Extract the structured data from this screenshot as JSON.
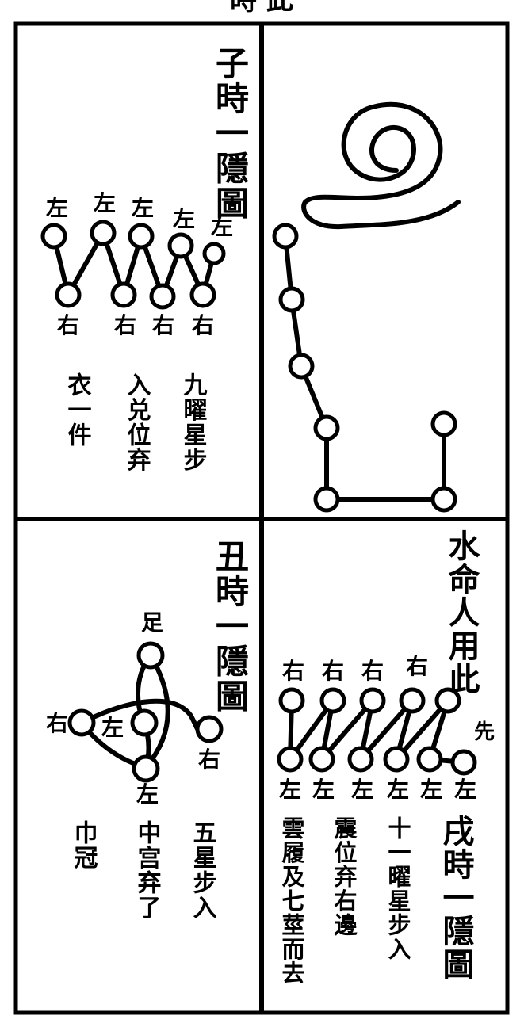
{
  "top_partial_text": "時   此",
  "panel_zi": {
    "title": "子時一隱圖",
    "labels_top": [
      "左",
      "左",
      "左",
      "左",
      "左"
    ],
    "labels_bottom": [
      "右",
      "右",
      "右",
      "右"
    ],
    "notes": [
      "九曜星步",
      "入兑位弃",
      "衣一件"
    ]
  },
  "panel_spiral": {},
  "panel_chou": {
    "title": "丑時一隱圖",
    "label_top": "足",
    "label_left": "右",
    "label_center": "左",
    "label_right": "右",
    "label_bottom": "左",
    "notes": [
      "五星步入",
      "中宫弃了",
      "巾冠"
    ]
  },
  "panel_xu": {
    "header": "水命人用此",
    "labels_top": [
      "右",
      "右",
      "右",
      "右"
    ],
    "label_start": "先",
    "labels_bottom": [
      "左",
      "左",
      "左",
      "左",
      "左",
      "左"
    ],
    "title": "戌時一隱圖",
    "notes": [
      "十一曜星步入",
      "震位弃右邊",
      "雲履及七莖而去"
    ]
  }
}
